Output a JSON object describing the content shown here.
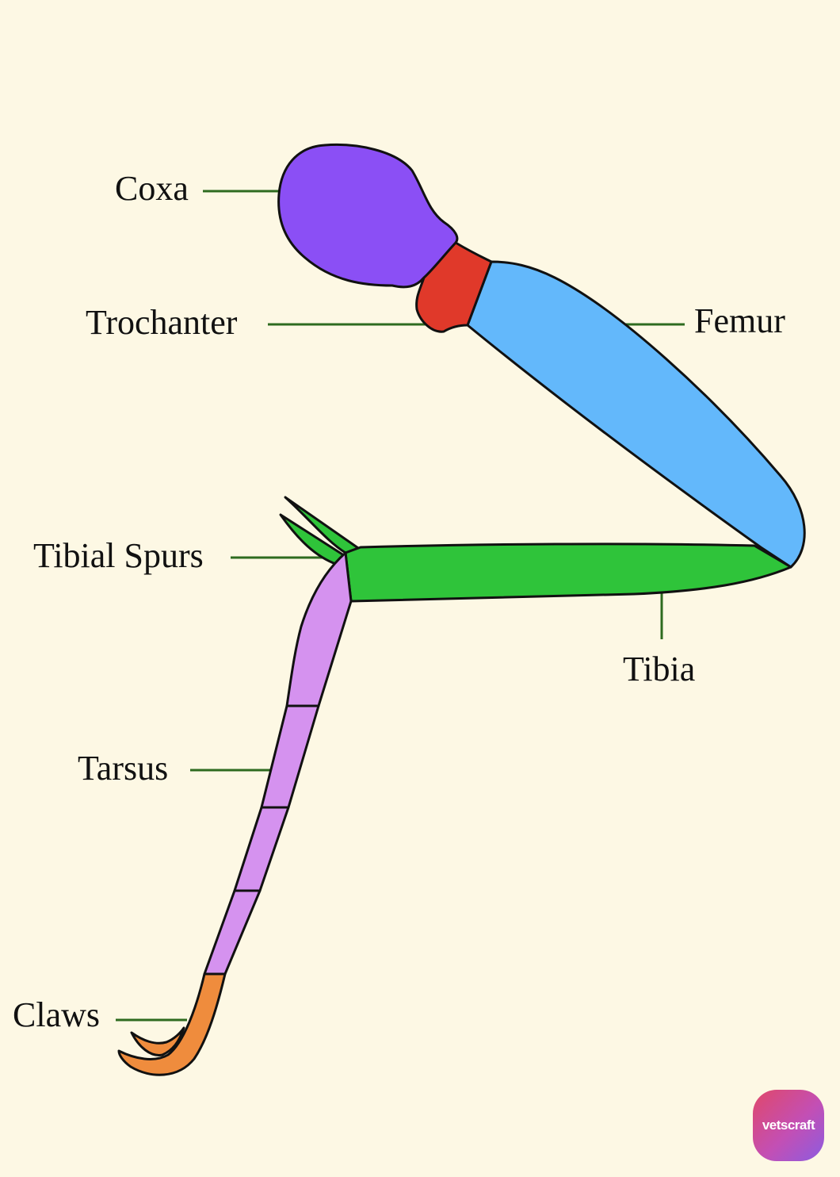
{
  "labels": {
    "coxa": "Coxa",
    "trochanter": "Trochanter",
    "femur": "Femur",
    "tibial_spurs": "Tibial Spurs",
    "tibia": "Tibia",
    "tarsus": "Tarsus",
    "claws": "Claws"
  },
  "logo": {
    "text": "vetscraft"
  },
  "colors": {
    "background": "#fdf8e4",
    "coxa": "#8b4ff5",
    "trochanter": "#e0392a",
    "femur": "#63b8fb",
    "tibia": "#2fc43a",
    "tarsus": "#d592ef",
    "claws": "#ef8c3d",
    "leader": "#2e6b1f"
  }
}
